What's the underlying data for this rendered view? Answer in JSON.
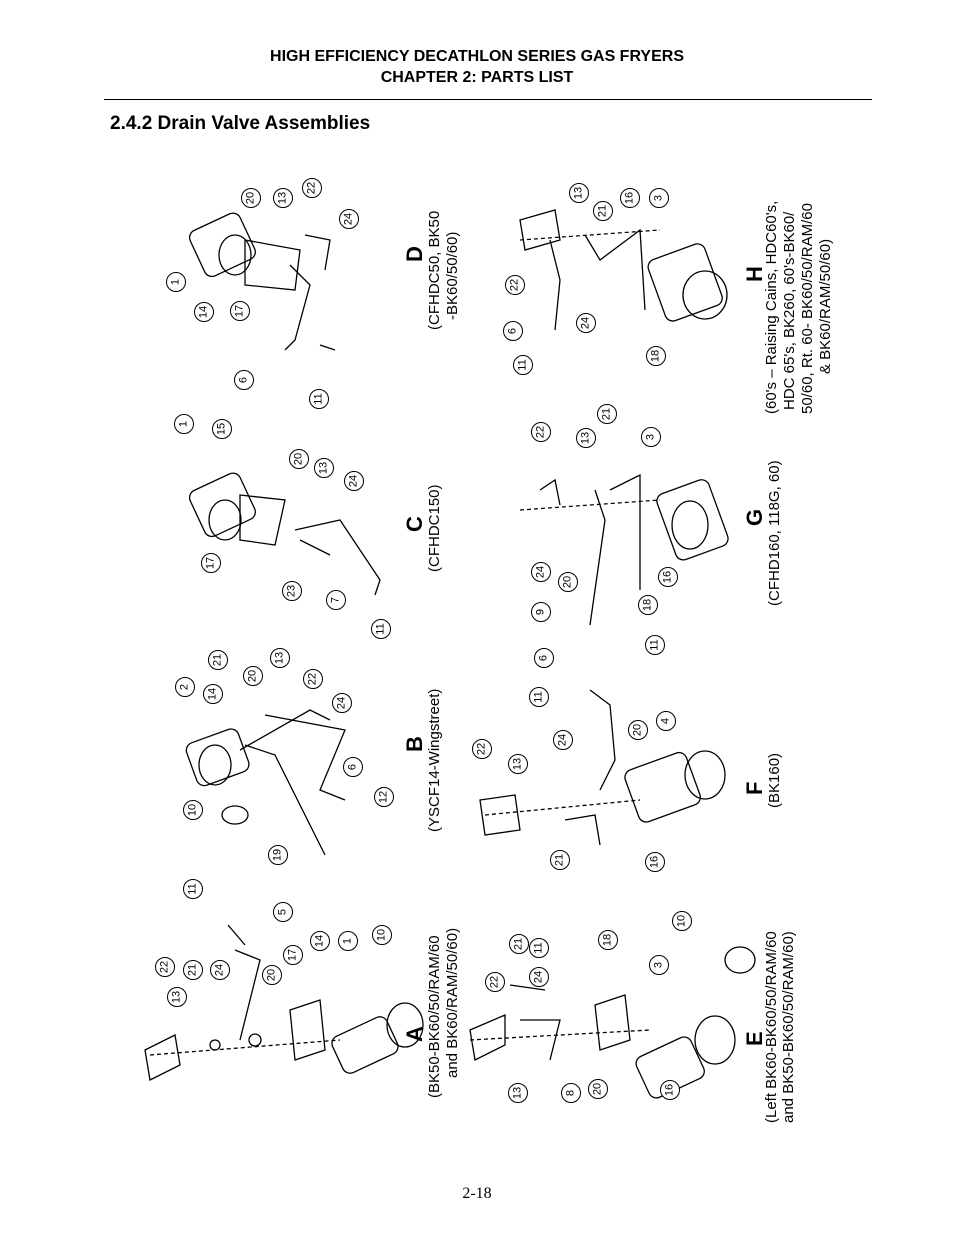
{
  "header": {
    "line1": "HIGH EFFICIENCY DECATHLON SERIES GAS FRYERS",
    "line2": "CHAPTER 2:  PARTS LIST"
  },
  "section": {
    "title": "2.4.2   Drain Valve Assemblies"
  },
  "assemblies": {
    "A": {
      "letter": "A",
      "caption1": "(BK50-BK60/50/RAM/60",
      "caption2": "and BK60/RAM/50/60)"
    },
    "B": {
      "letter": "B",
      "caption1": "(YSCF14-Wingstreet)"
    },
    "C": {
      "letter": "C",
      "caption1": "(CFHDC150)"
    },
    "D": {
      "letter": "D",
      "caption1": "(CFHDC50, BK50",
      "caption2": "-BK60/50/60)"
    },
    "E": {
      "letter": "E",
      "caption1": "(Left BK60-BK60/50/RAM/60",
      "caption2": "and BK50-BK60/50/RAM/60)"
    },
    "F": {
      "letter": "F",
      "caption1": "(BK160)"
    },
    "G": {
      "letter": "G",
      "caption1": "(CFHD160, 118G, 60)"
    },
    "H": {
      "letter": "H",
      "caption1": "(60's – Raising Cains, HDC60's,",
      "caption2": "HDC 65's, BK260, 60's-BK60/",
      "caption3": "50/60, Rt. 60- BK60/50/RAM/60",
      "caption4": "& BK60/RAM/50/60)"
    }
  },
  "callouts": {
    "A": [
      "22",
      "13",
      "21",
      "24",
      "11",
      "20",
      "5",
      "17",
      "14",
      "1",
      "10"
    ],
    "B": [
      "10",
      "2",
      "14",
      "21",
      "20",
      "13",
      "22",
      "24",
      "6",
      "12",
      "19"
    ],
    "C": [
      "1",
      "15",
      "17",
      "20",
      "13",
      "23",
      "24",
      "7",
      "11"
    ],
    "D": [
      "1",
      "14",
      "20",
      "13",
      "22",
      "24",
      "17",
      "6",
      "11"
    ],
    "E": [
      "13",
      "22",
      "21",
      "24",
      "11",
      "8",
      "20",
      "18",
      "3",
      "10",
      "16"
    ],
    "F": [
      "22",
      "13",
      "24",
      "11",
      "6",
      "20",
      "4",
      "21",
      "16"
    ],
    "G": [
      "22",
      "13",
      "21",
      "3",
      "24",
      "20",
      "9",
      "18",
      "16",
      "11"
    ],
    "H": [
      "13",
      "21",
      "16",
      "3",
      "22",
      "6",
      "24",
      "11",
      "18"
    ]
  },
  "footer": {
    "page": "2-18"
  }
}
